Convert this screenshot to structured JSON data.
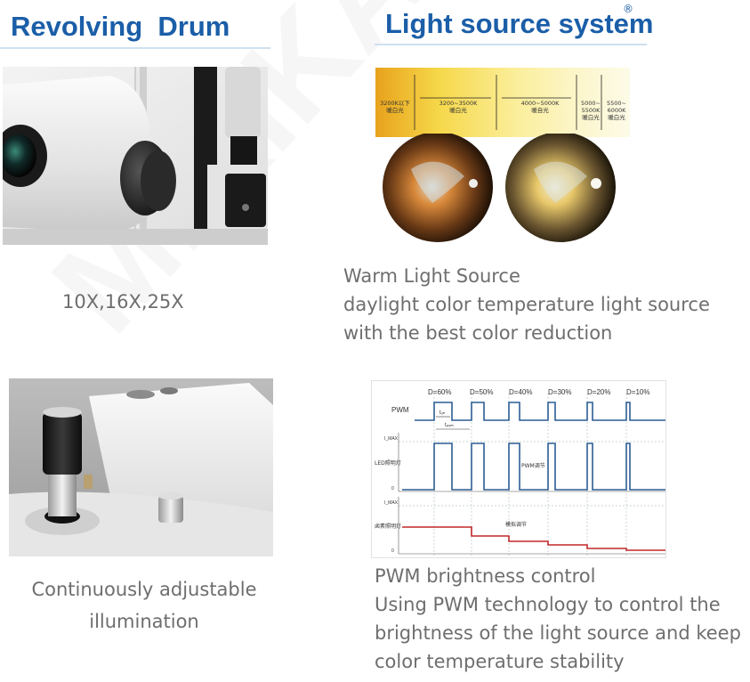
{
  "left_top": {
    "heading": "Revolving  Drum",
    "caption": "10X,16X,25X"
  },
  "right_top": {
    "heading": "Light source system",
    "bands": [
      {
        "line1": "3200K以下",
        "line2": "暖白光"
      },
      {
        "line1": "3200~3500K",
        "line2": "暖白光"
      },
      {
        "line1": "4000~5000K",
        "line2": "暖自光"
      },
      {
        "line1": "5000~",
        "line2": "5500K",
        "line3": "暖白光"
      },
      {
        "line1": "5500~",
        "line2": "6000K",
        "line3": "暖白光"
      }
    ],
    "caption_lines": [
      "Warm Light Source",
      "daylight color temperature light source",
      "with the best color reduction"
    ]
  },
  "left_bottom": {
    "caption_lines": [
      "Continuously adjustable",
      "illumination"
    ]
  },
  "right_bottom": {
    "duty_labels": [
      "D=60%",
      "D=50%",
      "D=40%",
      "D=30%",
      "D=20%",
      "D=10%"
    ],
    "pwm_label": "PWM",
    "ton_label": "tₒₙ",
    "tpwm_label": "tₚᵥₘ",
    "imax1_label": "I_MAX",
    "imax2_label": "I_MAX",
    "led_row_label": "LED照明灯",
    "pwm_adjust_label": "PWM调节",
    "halogen_row_label": "卤素照明灯",
    "analog_adjust_label": "模拟调节",
    "zero1": "0",
    "zero2": "0",
    "caption_lines": [
      "PWM brightness control",
      "Using PWM technology to control the",
      "brightness of the light source and keep",
      "color temperature stability"
    ]
  },
  "colors": {
    "heading_blue": "#1b5ea8",
    "pwm_blue": "#2c5d94",
    "analog_red": "#c0282a",
    "caption_gray": "#6e6e6e"
  }
}
